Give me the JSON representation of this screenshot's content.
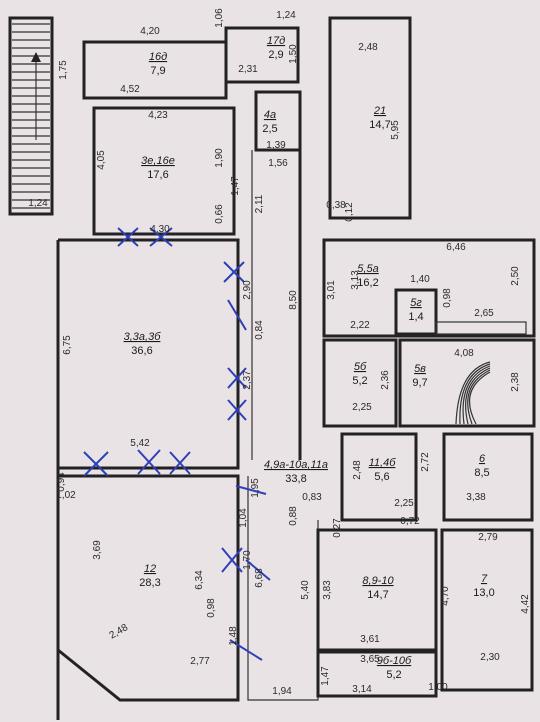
{
  "rooms": [
    {
      "id": "16d",
      "label": "16д",
      "area": "7,9"
    },
    {
      "id": "17d",
      "label": "17д",
      "area": "2,9"
    },
    {
      "id": "21",
      "label": "21",
      "area": "14,7"
    },
    {
      "id": "4a",
      "label": "4а",
      "area": "2,5"
    },
    {
      "id": "3a16e",
      "label": "3е,16е",
      "area": "17,6"
    },
    {
      "id": "5_5a",
      "label": "5,5а",
      "area": "16,2"
    },
    {
      "id": "5g",
      "label": "5г",
      "area": "1,4"
    },
    {
      "id": "3_3a_3b",
      "label": "3,3а,3б",
      "area": "36,6"
    },
    {
      "id": "5b",
      "label": "5б",
      "area": "5,2"
    },
    {
      "id": "5v",
      "label": "5в",
      "area": "9,7"
    },
    {
      "id": "49a",
      "label": "4,9а-10а,11а",
      "area": "33,8"
    },
    {
      "id": "11_4b",
      "label": "11,4б",
      "area": "5,6"
    },
    {
      "id": "6",
      "label": "6",
      "area": "8,5"
    },
    {
      "id": "12",
      "label": "12",
      "area": "28,3"
    },
    {
      "id": "8_9_10",
      "label": "8,9-10",
      "area": "14,7"
    },
    {
      "id": "7",
      "label": "7",
      "area": "13,0"
    },
    {
      "id": "9b10b",
      "label": "9б-10б",
      "area": "5,2"
    }
  ],
  "dims": [
    "4,20",
    "1,06",
    "1,24",
    "2,48",
    "1,75",
    "4,52",
    "1,50",
    "2,31",
    "5,95",
    "4,23",
    "1,39",
    "4,05",
    "1,90",
    "1,56",
    "1,24",
    "1,47",
    "2,11",
    "0,38",
    "0,12",
    "4,30",
    "0,66",
    "6,46",
    "2,90",
    "3,01",
    "3,13",
    "1,40",
    "2,50",
    "8,50",
    "0,98",
    "2,65",
    "6,75",
    "0,84",
    "2,22",
    "2,36",
    "4,08",
    "2,38",
    "2,37",
    "2,25",
    "5,42",
    "1,95",
    "0,94",
    "2,48",
    "2,72",
    "1,02",
    "0,83",
    "2,25",
    "3,38",
    "1,04",
    "0,88",
    "0,27",
    "0,72",
    "2,79",
    "3,69",
    "6,34",
    "1,70",
    "6,68",
    "5,40",
    "3,83",
    "4,70",
    "4,42",
    "0,98",
    "1,48",
    "2,48",
    "3,61",
    "2,77",
    "3,65",
    "1,47",
    "1,94",
    "3,14",
    "2,30",
    "1,00"
  ]
}
